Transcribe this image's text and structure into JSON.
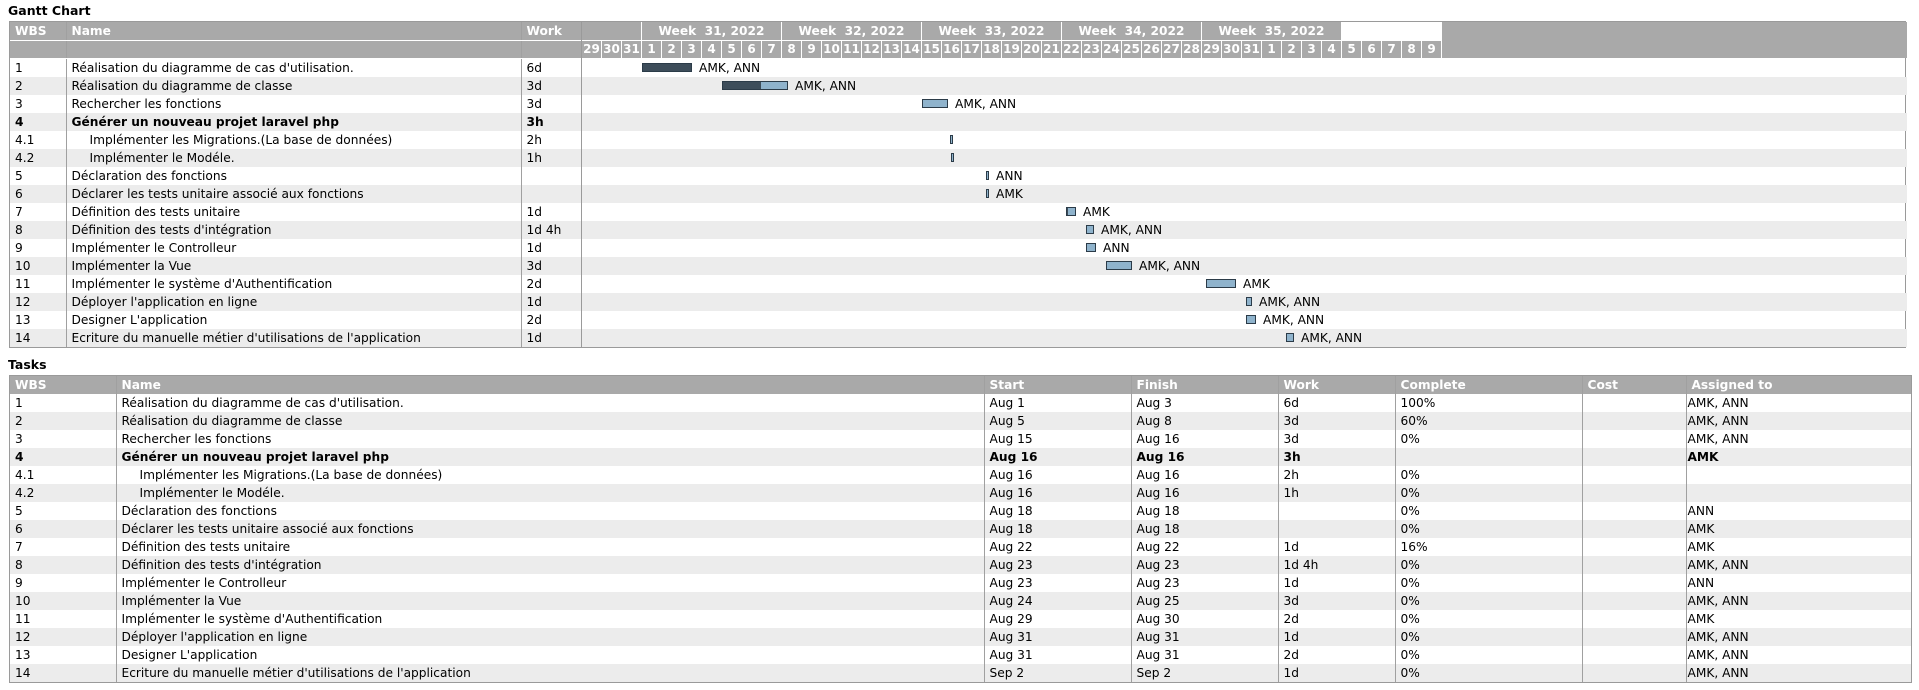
{
  "gantt_title": "Gantt Chart",
  "tasks_title": "Tasks",
  "gantt_headers": {
    "wbs": "WBS",
    "name": "Name",
    "work": "Work"
  },
  "weeks": [
    "Week  31, 2022",
    "Week  32, 2022",
    "Week  33, 2022",
    "Week  34, 2022",
    "Week  35, 2022"
  ],
  "days": [
    "29",
    "30",
    "31",
    "1",
    "2",
    "3",
    "4",
    "5",
    "6",
    "7",
    "8",
    "9",
    "10",
    "11",
    "12",
    "13",
    "14",
    "15",
    "16",
    "17",
    "18",
    "19",
    "20",
    "21",
    "22",
    "23",
    "24",
    "25",
    "26",
    "27",
    "28",
    "29",
    "30",
    "31",
    "1",
    "2",
    "3",
    "4",
    "5",
    "6",
    "7",
    "8",
    "9"
  ],
  "task_headers": {
    "wbs": "WBS",
    "name": "Name",
    "start": "Start",
    "finish": "Finish",
    "work": "Work",
    "complete": "Complete",
    "cost": "Cost",
    "assigned": "Assigned to"
  },
  "tasks": [
    {
      "wbs": "1",
      "name": "Réalisation du diagramme de cas d'utilisation.",
      "start": "Aug 1",
      "finish": "Aug 3",
      "work": "6d",
      "complete": "100%",
      "cost": "",
      "assigned": "AMK, ANN",
      "level": 0,
      "summary": false,
      "bar_start_day": 1,
      "bar_days": 2.5,
      "complete_fraction": 1.0,
      "bar_label": "AMK, ANN"
    },
    {
      "wbs": "2",
      "name": "Réalisation du diagramme de classe",
      "start": "Aug 5",
      "finish": "Aug 8",
      "work": "3d",
      "complete": "60%",
      "cost": "",
      "assigned": "AMK, ANN",
      "level": 0,
      "summary": false,
      "bar_start_day": 5,
      "bar_days": 3.3,
      "complete_fraction": 0.6,
      "bar_label": "AMK, ANN"
    },
    {
      "wbs": "3",
      "name": "Rechercher les fonctions",
      "start": "Aug 15",
      "finish": "Aug 16",
      "work": "3d",
      "complete": "0%",
      "cost": "",
      "assigned": "AMK, ANN",
      "level": 0,
      "summary": false,
      "bar_start_day": 15,
      "bar_days": 1.3,
      "complete_fraction": 0,
      "bar_label": "AMK, ANN"
    },
    {
      "wbs": "4",
      "name": "Générer un nouveau projet laravel php",
      "start": "Aug 16",
      "finish": "Aug 16",
      "work": "3h",
      "complete": "",
      "cost": "",
      "assigned": "AMK",
      "level": 0,
      "summary": true,
      "bar_start_day": null,
      "bar_days": 0,
      "complete_fraction": 0,
      "bar_label": ""
    },
    {
      "wbs": "4.1",
      "name": "Implémenter les Migrations.(La base de données)",
      "start": "Aug 16",
      "finish": "Aug 16",
      "work": "2h",
      "complete": "0%",
      "cost": "",
      "assigned": "",
      "level": 1,
      "summary": false,
      "bar_start_day": 16.4,
      "bar_days": 0.15,
      "complete_fraction": 0,
      "bar_label": ""
    },
    {
      "wbs": "4.2",
      "name": "Implémenter le Modéle.",
      "start": "Aug 16",
      "finish": "Aug 16",
      "work": "1h",
      "complete": "0%",
      "cost": "",
      "assigned": "",
      "level": 1,
      "summary": false,
      "bar_start_day": 16.45,
      "bar_days": 0.1,
      "complete_fraction": 0,
      "bar_label": ""
    },
    {
      "wbs": "5",
      "name": "Déclaration des fonctions",
      "start": "Aug 18",
      "finish": "Aug 18",
      "work": "",
      "complete": "0%",
      "cost": "",
      "assigned": "ANN",
      "level": 0,
      "summary": false,
      "bar_start_day": 18.2,
      "bar_days": 0.1,
      "complete_fraction": 0,
      "bar_label": "ANN"
    },
    {
      "wbs": "6",
      "name": "Déclarer les tests unitaire associé aux fonctions",
      "start": "Aug 18",
      "finish": "Aug 18",
      "work": "",
      "complete": "0%",
      "cost": "",
      "assigned": "AMK",
      "level": 0,
      "summary": false,
      "bar_start_day": 18.2,
      "bar_days": 0.1,
      "complete_fraction": 0,
      "bar_label": "AMK"
    },
    {
      "wbs": "7",
      "name": "Définition des tests unitaire",
      "start": "Aug 22",
      "finish": "Aug 22",
      "work": "1d",
      "complete": "16%",
      "cost": "",
      "assigned": "AMK",
      "level": 0,
      "summary": false,
      "bar_start_day": 22.2,
      "bar_days": 0.5,
      "complete_fraction": 0.16,
      "bar_label": "AMK"
    },
    {
      "wbs": "8",
      "name": "Définition des tests d'intégration",
      "start": "Aug 23",
      "finish": "Aug 23",
      "work": "1d 4h",
      "complete": "0%",
      "cost": "",
      "assigned": "AMK, ANN",
      "level": 0,
      "summary": false,
      "bar_start_day": 23.2,
      "bar_days": 0.4,
      "complete_fraction": 0,
      "bar_label": "AMK, ANN"
    },
    {
      "wbs": "9",
      "name": "Implémenter le Controlleur",
      "start": "Aug 23",
      "finish": "Aug 23",
      "work": "1d",
      "complete": "0%",
      "cost": "",
      "assigned": "ANN",
      "level": 0,
      "summary": false,
      "bar_start_day": 23.2,
      "bar_days": 0.5,
      "complete_fraction": 0,
      "bar_label": "ANN"
    },
    {
      "wbs": "10",
      "name": "Implémenter la Vue",
      "start": "Aug 24",
      "finish": "Aug 25",
      "work": "3d",
      "complete": "0%",
      "cost": "",
      "assigned": "AMK, ANN",
      "level": 0,
      "summary": false,
      "bar_start_day": 24.2,
      "bar_days": 1.3,
      "complete_fraction": 0,
      "bar_label": "AMK, ANN"
    },
    {
      "wbs": "11",
      "name": "Implémenter le système d'Authentification",
      "start": "Aug 29",
      "finish": "Aug 30",
      "work": "2d",
      "complete": "0%",
      "cost": "",
      "assigned": "AMK",
      "level": 0,
      "summary": false,
      "bar_start_day": 29.2,
      "bar_days": 1.5,
      "complete_fraction": 0,
      "bar_label": "AMK"
    },
    {
      "wbs": "12",
      "name": "Déployer l'application en ligne",
      "start": "Aug 31",
      "finish": "Aug 31",
      "work": "1d",
      "complete": "0%",
      "cost": "",
      "assigned": "AMK, ANN",
      "level": 0,
      "summary": false,
      "bar_start_day": 31.2,
      "bar_days": 0.3,
      "complete_fraction": 0,
      "bar_label": "AMK, ANN"
    },
    {
      "wbs": "13",
      "name": "Designer L'application",
      "start": "Aug 31",
      "finish": "Aug 31",
      "work": "2d",
      "complete": "0%",
      "cost": "",
      "assigned": "AMK, ANN",
      "level": 0,
      "summary": false,
      "bar_start_day": 31.2,
      "bar_days": 0.5,
      "complete_fraction": 0,
      "bar_label": "AMK, ANN"
    },
    {
      "wbs": "14",
      "name": "Ecriture du manuelle métier d'utilisations de l'application",
      "start": "Sep 2",
      "finish": "Sep 2",
      "work": "1d",
      "complete": "0%",
      "cost": "",
      "assigned": "AMK, ANN",
      "level": 0,
      "summary": false,
      "bar_start_day": 33.2,
      "bar_days": 0.4,
      "complete_fraction": 0,
      "bar_label": "AMK, ANN"
    }
  ],
  "colors": {
    "header_bg": "#a9a9a9",
    "row_alt": "#ececec",
    "bar_fill": "#8fb3cc",
    "bar_done": "#3d4d5a",
    "bar_border": "#2b3b48"
  }
}
